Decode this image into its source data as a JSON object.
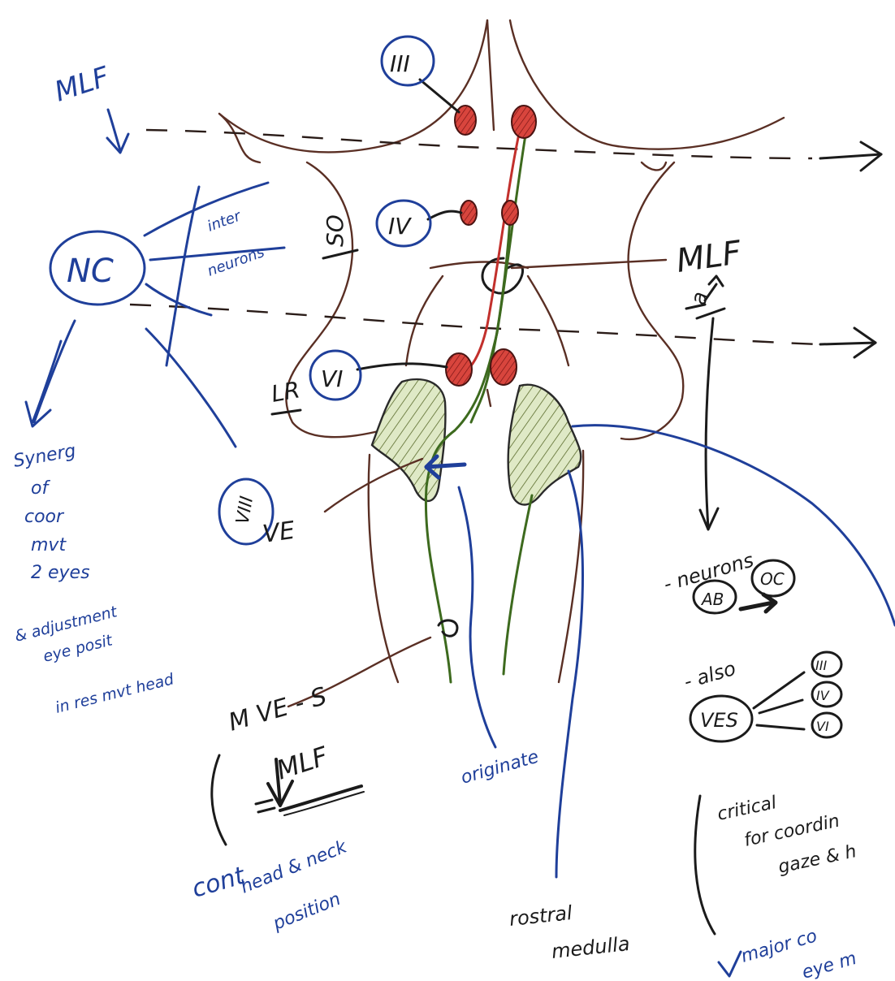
{
  "labels": {
    "mlf_top": "MLF",
    "nc": "NC",
    "interneurons": "inter\nneurons",
    "synergy": [
      "Synerg",
      "of",
      "coor",
      "mvt",
      "2 eyes"
    ],
    "adjustment": [
      "& adjustment",
      "eye posit",
      "in res mvt head"
    ],
    "so": "SO",
    "nerve_iii": "III",
    "nerve_iv": "IV",
    "nerve_vi": "VI",
    "lr": "LR",
    "nerve_viii": "VIII",
    "ve": "VE",
    "mlf_right": "MLF",
    "a_label": "a",
    "mlf_small": "MLF",
    "neurons_right": "- neurons",
    "ab": "AB",
    "oc": "OC",
    "also": "- also",
    "ves": "VES",
    "ves_iii": "III",
    "ves_iv": "IV",
    "ves_vi": "VI",
    "mve_s": "M VE - S",
    "mlf_down": "MLF",
    "cont": "cont",
    "head_neck": [
      "head & neck",
      "position"
    ],
    "originate": "originate",
    "rostral": [
      "rostral",
      "medulla"
    ],
    "critical": [
      "critical",
      "for coordin",
      "gaze & h"
    ],
    "major": [
      "major co",
      "eye m"
    ]
  },
  "colors": {
    "blue_ink": "#1f3f9a",
    "brown_ink": "#5a2f24",
    "red_nuclei": "#c2302c",
    "green_tracts": "#3d6a1e",
    "hatch_green": "#c9d9a8"
  }
}
